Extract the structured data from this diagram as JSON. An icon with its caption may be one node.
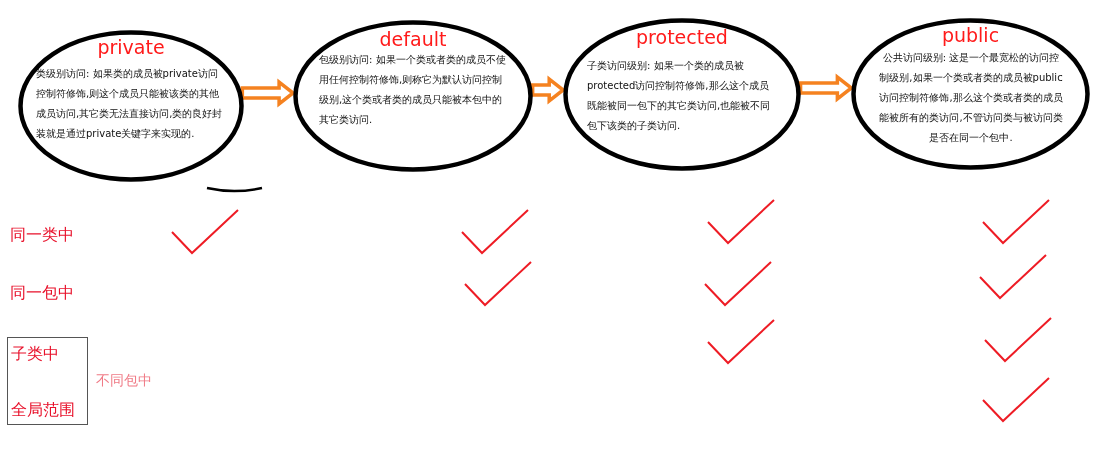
{
  "diagram": {
    "nodes": [
      {
        "text": [
          "private",
          "类级别访问: 如果类的成员被private访问控制符修饰,则这个成员只能被该类的其他成员访问,其它类无法直接访问,类的良好封装就是通过private关键字来实现的."
        ]
      },
      {
        "text": [
          "default",
          "包级别访问: 如果一个类或者类的成员不使用任何控制符修饰,则称它为默认访问控制级别,这个类或者类的成员只能被本包中的其它类访问."
        ]
      },
      {
        "text": [
          "protected",
          "子类访问级别: 如果一个类的成员被protected访问控制符修饰,那么这个成员既能被同一包下的其它类访问,也能被不同包下该类的子类访问."
        ]
      },
      {
        "text": [
          "public",
          "公共访问级别: 这是一个最宽松的访问控制级别,如果一个类或者类的成员被public访问控制符修饰,那么这个类或者类的成员能被所有的类访问,不管访问类与被访问类是否在同一个包中."
        ]
      },
      {
        "text": [
          "子类中",
          "全局范围"
        ],
        "beside": [
          "不同包中"
        ]
      }
    ],
    "edges": [
      {
        "from": 0,
        "to": 1,
        "arrow": "to"
      },
      {
        "from": 1,
        "to": 2,
        "arrow": "to"
      },
      {
        "from": 2,
        "to": 3,
        "arrow": "to"
      }
    ],
    "labels": [
      "同一类中",
      "同一包中"
    ]
  }
}
